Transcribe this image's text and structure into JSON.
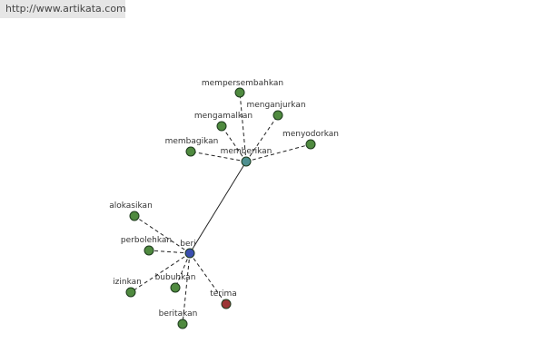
{
  "header": {
    "url": "http://www.artikata.com"
  },
  "colors": {
    "background": "#ffffff",
    "edge": "#222222",
    "node_stroke": "#1d3a1d",
    "node_synonym": "#4f8a3f",
    "node_hub": "#4e8f8f",
    "node_root": "#3b4fb0",
    "node_antonym": "#9c3535"
  },
  "graph": {
    "nodes": [
      {
        "id": "beri",
        "label": "beri",
        "kind": "root"
      },
      {
        "id": "memberikan",
        "label": "memberikan",
        "kind": "hub"
      },
      {
        "id": "mempersembahkan",
        "label": "mempersembahkan",
        "kind": "synonym"
      },
      {
        "id": "menganjurkan",
        "label": "menganjurkan",
        "kind": "synonym"
      },
      {
        "id": "mengamalkan",
        "label": "mengamalkan",
        "kind": "synonym"
      },
      {
        "id": "membagikan",
        "label": "membagikan",
        "kind": "synonym"
      },
      {
        "id": "menyodorkan",
        "label": "menyodorkan",
        "kind": "synonym"
      },
      {
        "id": "alokasikan",
        "label": "alokasikan",
        "kind": "synonym"
      },
      {
        "id": "perbolehkan",
        "label": "perbolehkan",
        "kind": "synonym"
      },
      {
        "id": "izinkan",
        "label": "izinkan",
        "kind": "synonym"
      },
      {
        "id": "bubuhkan",
        "label": "bubuhkan",
        "kind": "synonym"
      },
      {
        "id": "terima",
        "label": "terima",
        "kind": "antonym"
      },
      {
        "id": "beritakan",
        "label": "beritakan",
        "kind": "synonym"
      }
    ],
    "edges": [
      {
        "from": "beri",
        "to": "memberikan",
        "style": "solid"
      },
      {
        "from": "memberikan",
        "to": "mempersembahkan",
        "style": "dashed"
      },
      {
        "from": "memberikan",
        "to": "menganjurkan",
        "style": "dashed"
      },
      {
        "from": "memberikan",
        "to": "mengamalkan",
        "style": "dashed"
      },
      {
        "from": "memberikan",
        "to": "membagikan",
        "style": "dashed"
      },
      {
        "from": "memberikan",
        "to": "menyodorkan",
        "style": "dashed"
      },
      {
        "from": "beri",
        "to": "alokasikan",
        "style": "dashed"
      },
      {
        "from": "beri",
        "to": "perbolehkan",
        "style": "dashed"
      },
      {
        "from": "beri",
        "to": "izinkan",
        "style": "dashed"
      },
      {
        "from": "beri",
        "to": "bubuhkan",
        "style": "dashed"
      },
      {
        "from": "beri",
        "to": "terima",
        "style": "dashed"
      },
      {
        "from": "beri",
        "to": "beritakan",
        "style": "dashed"
      }
    ]
  }
}
